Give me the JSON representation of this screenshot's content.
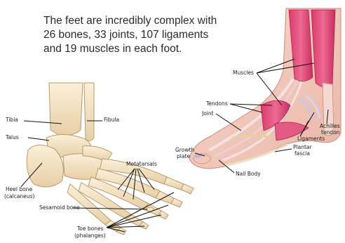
{
  "headline": {
    "line1": "The feet are incredibly complex with",
    "line2": "26 bones, 33 joints, 107 ligaments",
    "line3": "and 19 muscles in each foot."
  },
  "left_labels": {
    "tibia": "Tibia",
    "fibula": "Fibula",
    "talus": "Talus",
    "heel_bone": "Heel bone",
    "calcaneus": "(calcaneus)",
    "metatarsals": "Metatarsals",
    "sesamoid_bone": "Sesamoid bone",
    "toe_bones": "Toe bones",
    "phalanges": "(phalanges)"
  },
  "right_labels": {
    "muscles": "Muscles",
    "tendons": "Tendons",
    "joint": "Joint",
    "growth_plate_1": "Growth",
    "growth_plate_2": "plate",
    "nail_body": "Nail Body",
    "ligaments": "Ligaments",
    "plantar_fascia_1": "Plantar",
    "plantar_fascia_2": "fascia",
    "achilles_1": "Achilles",
    "achilles_2": "tendon"
  },
  "colors": {
    "bone": "#f2e2c4",
    "bone_outline": "#b99a6c",
    "muscle": "#e0487a",
    "tendon": "#f3dada",
    "leader": "#111111"
  }
}
